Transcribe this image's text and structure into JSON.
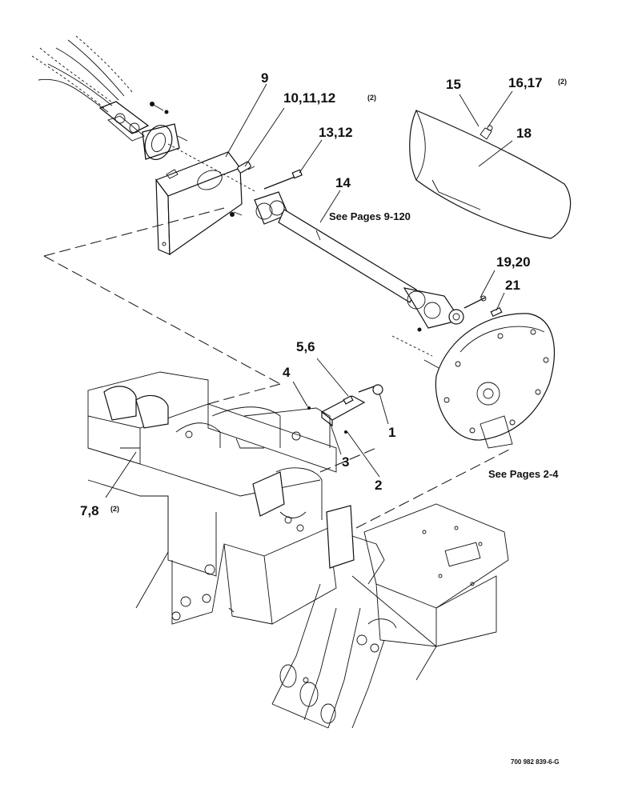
{
  "labels": {
    "l9": "9",
    "l10": "10,11,12",
    "l10q": "(2)",
    "l13": "13,12",
    "l14": "14",
    "l15": "15",
    "l16": "16,17",
    "l16q": "(2)",
    "l18": "18",
    "l19": "19,20",
    "l21": "21",
    "l56": "5,6",
    "l4": "4",
    "l1": "1",
    "l3": "3",
    "l2": "2",
    "l78": "7,8",
    "l78q": "(2)",
    "see1": "See Pages 9-120",
    "see2": "See Pages 2-4",
    "code": "700 982 839-6-G"
  }
}
